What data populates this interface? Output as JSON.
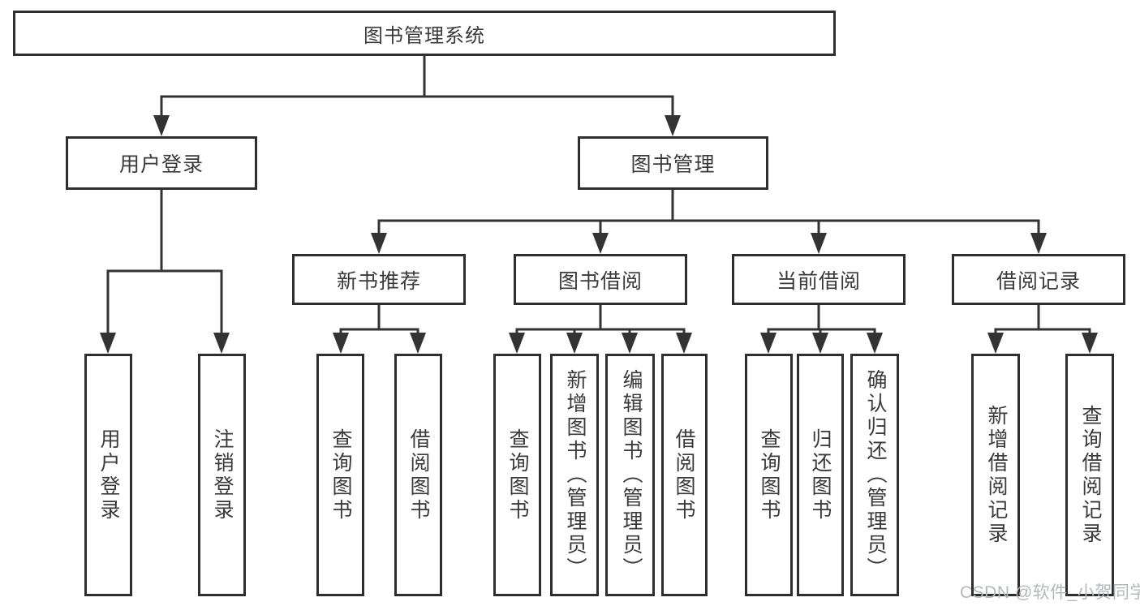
{
  "diagram": {
    "root": "图书管理系统",
    "level2": {
      "user_login": "用户登录",
      "book_management": "图书管理"
    },
    "level3": {
      "new_book_recommendation": "新书推荐",
      "book_borrowing": "图书借阅",
      "current_borrowing": "当前借阅",
      "borrowing_records": "借阅记录"
    },
    "user_login_children": [
      "用户登录",
      "注销登录"
    ],
    "new_book_children": [
      "查询图书",
      "借阅图书"
    ],
    "book_borrowing_children": [
      "查询图书",
      "新增图书（管理员）",
      "编辑图书（管理员）",
      "借阅图书"
    ],
    "current_borrowing_children": [
      "查询图书",
      "归还图书",
      "确认归还（管理员）"
    ],
    "borrowing_records_children": [
      "新增借阅记录",
      "查询借阅记录"
    ]
  },
  "watermark": "CSDN @软件_小贺同学",
  "colors": {
    "line": "#333333",
    "box_border": "#2e2e2e",
    "text": "#3a3a3a",
    "background": "#ffffff",
    "watermark": "#b4b8bd"
  }
}
